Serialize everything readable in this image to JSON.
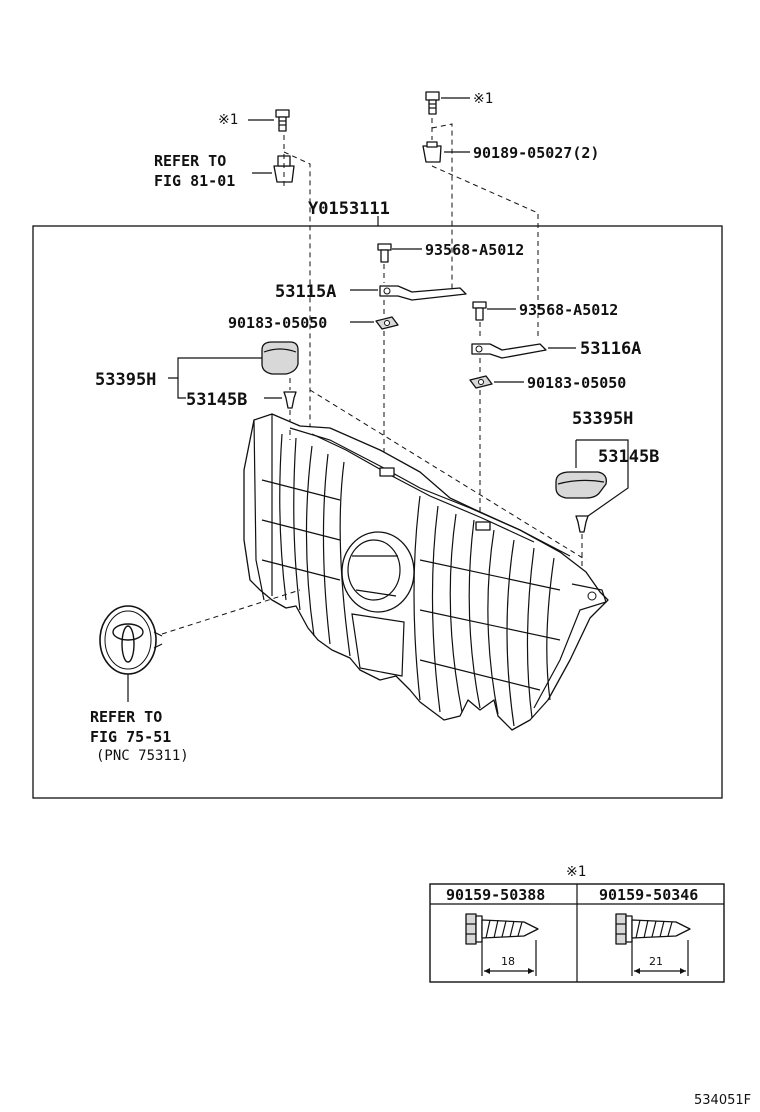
{
  "diagram_id": "534051F",
  "assembly_label": "Y0153111",
  "clip_note_symbol": "※1",
  "labels": {
    "bolt_left": "※1",
    "bolt_right": "※1",
    "nut_top": "90189-05027(2)",
    "refer_81_line1": "REFER TO",
    "refer_81_line2": "FIG 81-01",
    "screw_a": "93568-A5012",
    "bracket_a": "53115A",
    "nut_a": "90183-05050",
    "screw_b": "93568-A5012",
    "bracket_b": "53116A",
    "nut_b": "90183-05050",
    "cap_left": "53395H",
    "clip_left": "53145B",
    "cap_right": "53395H",
    "clip_right": "53145B",
    "refer_75_line1": "REFER TO",
    "refer_75_line2": "FIG 75-51",
    "refer_75_line3": "(PNC 75311)"
  },
  "legend_table": {
    "title": "※1",
    "columns": [
      {
        "part": "90159-50388",
        "length": "18"
      },
      {
        "part": "90159-50346",
        "length": "21"
      }
    ]
  }
}
